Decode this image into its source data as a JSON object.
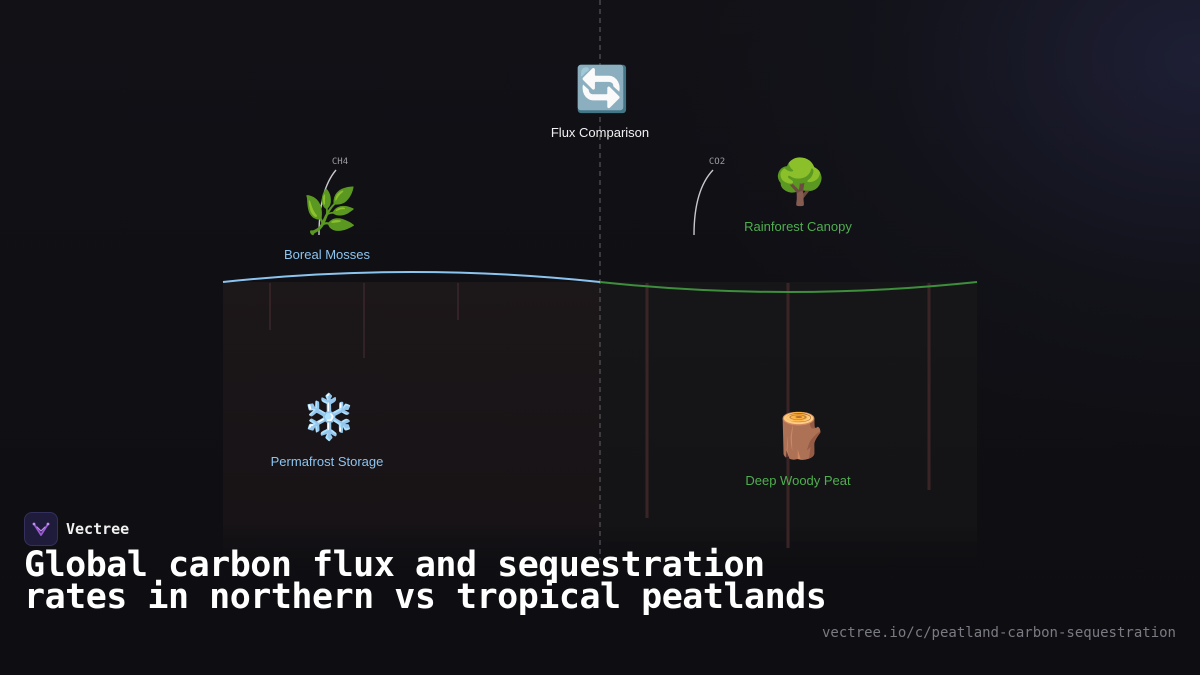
{
  "diagram": {
    "center_node": {
      "icon": "counterclockwise-arrows-icon",
      "glyph": "🔄",
      "label": "Flux Comparison"
    },
    "north": {
      "surface": {
        "icon": "herb-icon",
        "glyph": "🌿",
        "label": "Boreal Mosses",
        "gas": "CH4"
      },
      "deep": {
        "icon": "snowflake-icon",
        "glyph": "❄️",
        "label": "Permafrost Storage"
      },
      "color": "#8cc4f0"
    },
    "south": {
      "surface": {
        "icon": "deciduous-tree-icon",
        "glyph": "🌳",
        "label": "Rainforest Canopy",
        "gas": "CO2"
      },
      "deep": {
        "icon": "wood-log-icon",
        "glyph": "🪵",
        "label": "Deep Woody Peat"
      },
      "color": "#4fae4f"
    }
  },
  "brand": {
    "name": "Vectree",
    "logo_icon": "vectree-logo-icon",
    "accent": "#9b59d6"
  },
  "title": "Global carbon flux and sequestration rates in northern vs tropical peatlands",
  "url": "vectree.io/c/peatland-carbon-sequestration"
}
